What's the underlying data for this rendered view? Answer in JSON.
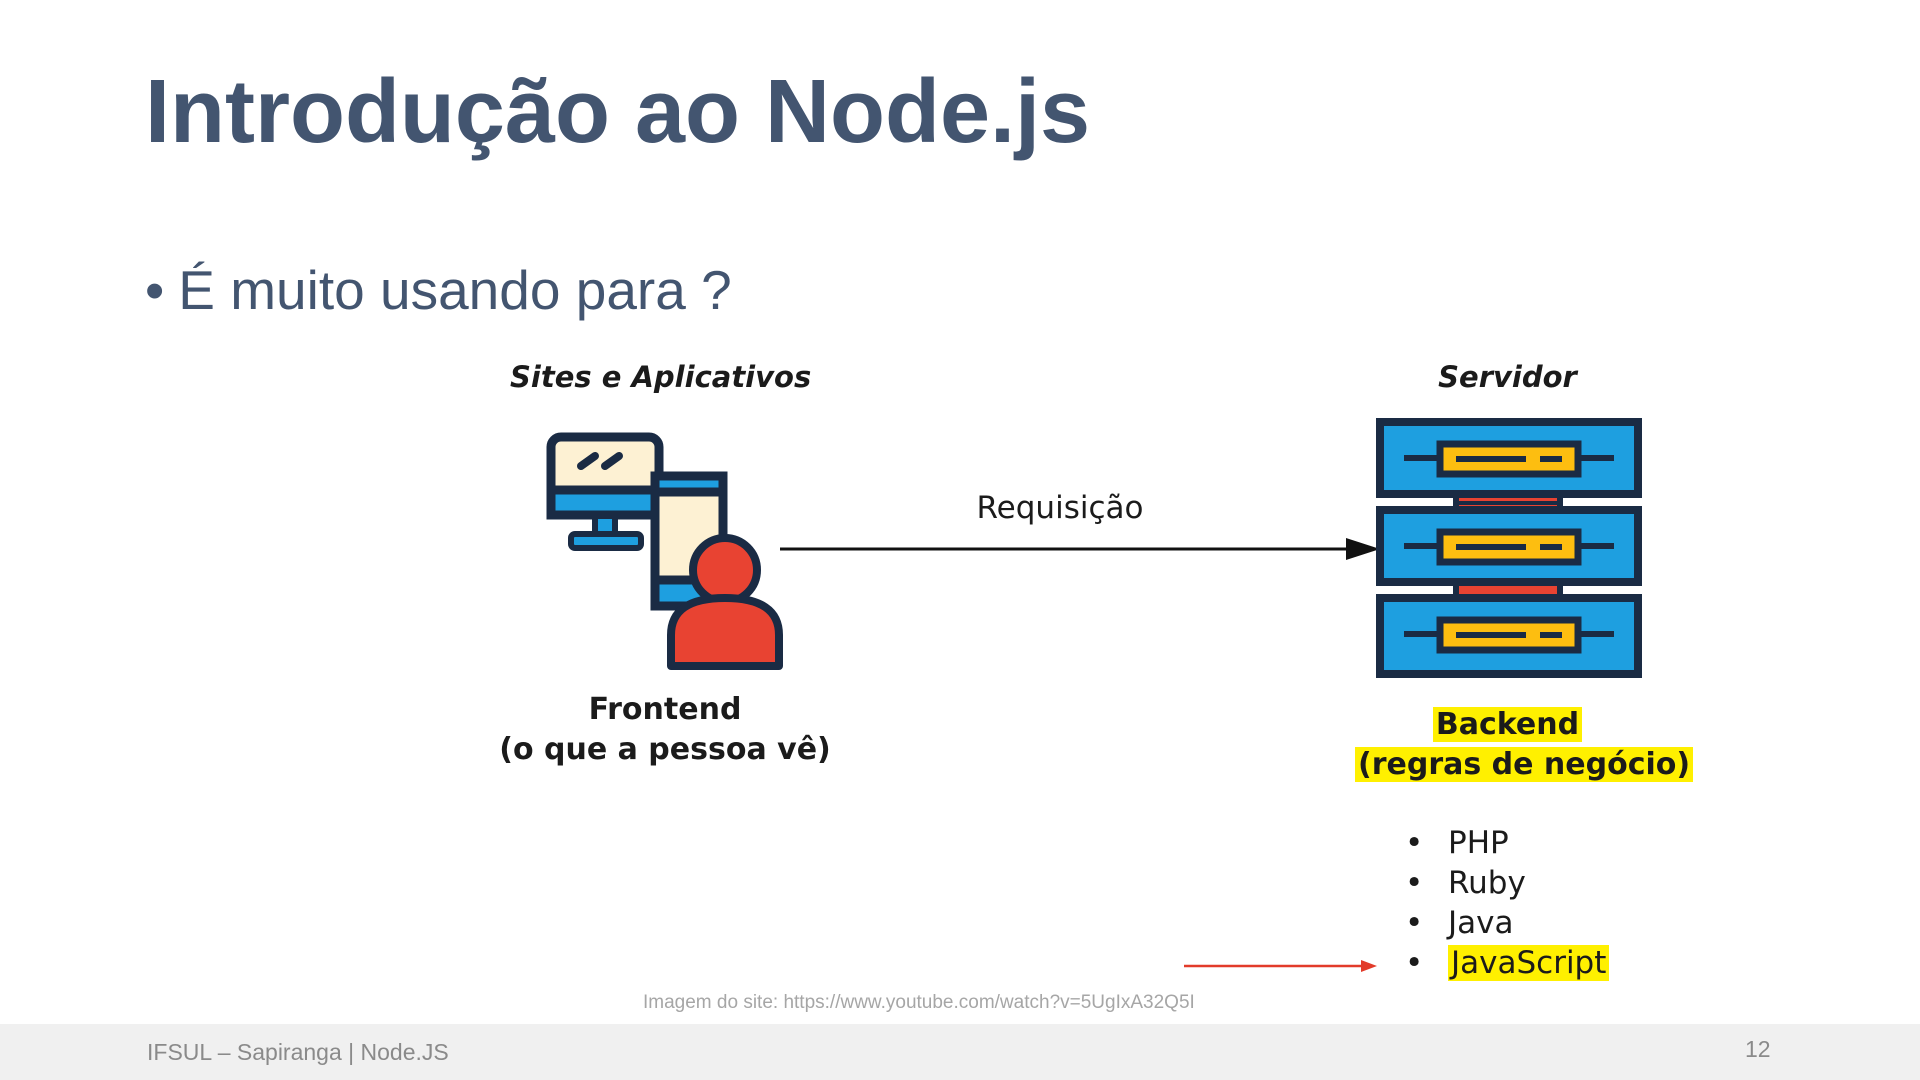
{
  "slide": {
    "title": "Introdução ao Node.js",
    "bullet_marker": "•",
    "bullet_text": "É muito usando para ?"
  },
  "diagram": {
    "client_heading": "Sites e Aplicativos",
    "server_heading": "Servidor",
    "arrow_label": "Requisição",
    "frontend_title": "Frontend",
    "frontend_subtitle": "(o que a pessoa vê)",
    "backend_title": "Backend",
    "backend_subtitle": "(regras de negócio)",
    "list_marker": "•",
    "backend_languages": [
      "PHP",
      "Ruby",
      "Java",
      "JavaScript"
    ],
    "highlighted_language": "JavaScript",
    "icons": {
      "client": "monitor-phone-person-icon",
      "server": "server-rack-icon",
      "pointer": "red-arrow-icon"
    },
    "colors": {
      "highlight": "#fff000",
      "person": "#e84332",
      "server_blue": "#1e9fe0",
      "server_yellow": "#fdbe10",
      "server_red": "#e84332",
      "outline": "#1a2b44",
      "screen": "#fdf1d3"
    },
    "image_credit": "Imagem do site: https://www.youtube.com/watch?v=5UgIxA32Q5I"
  },
  "footer": {
    "text": "IFSUL – Sapiranga |  Node.JS",
    "page_number": "12"
  }
}
